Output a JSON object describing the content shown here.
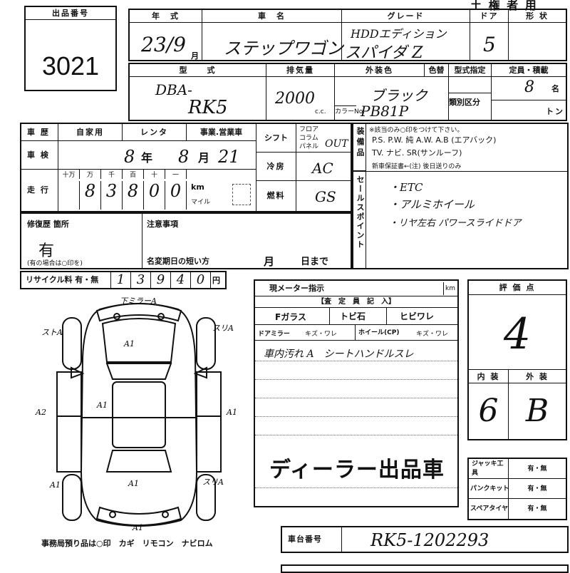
{
  "header": {
    "lot_label": "出品番号",
    "lot_number": "3021",
    "top_right_title": "土 権 者 用",
    "year_label": "年　式",
    "car_name_label": "車　名",
    "grade_label": "グレード",
    "doors_label": "ドア",
    "shape_label": "形 状"
  },
  "vehicle": {
    "year": "23/9",
    "year_unit": "月",
    "car_name": "ステップワゴン",
    "grade_line1": "HDDエディション",
    "grade_line2": "スパイダ Z",
    "doors": "5",
    "model_label": "型　　式",
    "model_line1": "DBA-",
    "model_line2": "RK5",
    "displacement_label": "排気量",
    "displacement": "2000",
    "displacement_unit": "c.c.",
    "exterior_color_label": "外装色",
    "color_change_label": "色替",
    "exterior_color": "ブラック",
    "color_no_label": "カラーNo.",
    "color_no": "PB81P",
    "type_designation_label": "型式指定",
    "category_label": "類別区分",
    "capacity_label": "定員・積載",
    "capacity": "8",
    "capacity_unit": "名",
    "load_unit": "トン"
  },
  "history": {
    "history_label": "車 歴",
    "private_label": "自家用",
    "rental_label": "レンタ",
    "business_label": "事業.営業車",
    "inspection_label": "車 検",
    "inspection_year": "8",
    "inspection_month": "8",
    "inspection_day": "21",
    "year_unit": "年",
    "month_unit": "月",
    "mileage_label": "走 行",
    "digit_labels": [
      "十万",
      "万",
      "千",
      "百",
      "十",
      "一"
    ],
    "mileage_digits": [
      "",
      "8",
      "3",
      "8",
      "0",
      "0"
    ],
    "km_label": "km",
    "mile_label": "マイル",
    "shift_label": "シフト",
    "shift_options": [
      "フロア",
      "コラム",
      "パネル"
    ],
    "shift_value": "OUT",
    "ac_label": "冷房",
    "ac_value": "AC",
    "fuel_label": "燃料",
    "fuel_value": "GS",
    "repair_label": "修復歴 箇所",
    "repair_value": "有",
    "repair_note": "(有の場合は○印を)",
    "notes_label": "注意事項",
    "name_change_label": "名変期日の短い方",
    "month_label": "月",
    "day_label": "日まで",
    "recycle_label": "リサイクル料 有・無",
    "recycle_digits": [
      "1",
      "3",
      "9",
      "4",
      "0"
    ],
    "recycle_unit": "円"
  },
  "equipment": {
    "label": "装備品",
    "note": "※該当のみ○印をつけて下さい。",
    "line1": "P.S.  P.W.  純 A.W.  A.B (エアバック)",
    "line2": "TV. ナビ. SR(サンルーフ)",
    "line3": "新車保証書←(注) 後日送りのみ",
    "sales_label": "セールスポイント",
    "points": [
      "・ETC",
      "・アルミホイール",
      "・リヤ左右 パワースライドドア"
    ]
  },
  "diagram": {
    "marks": {
      "top": "下ミラーA",
      "left_front": "ストA",
      "right_front": "スリA",
      "hood": "A1",
      "roof_left": "A1",
      "left_side": "A2",
      "right_side": "A1",
      "left_rear": "A1",
      "right_rear": "スリA",
      "trunk": "A1",
      "bottom": "A1"
    },
    "footer": "事務局預り品は○印　カギ　リモコン　ナビロム"
  },
  "inspection": {
    "meter_label": "現メーター指示",
    "meter_unit": "km",
    "inspector_label": "【査　定　員　記　入】",
    "f_glass": "Fガラス",
    "stone": "トビ石",
    "crack": "ヒビワレ",
    "mirror_label": "ドアミラー",
    "mirror_opts": "キズ・ワレ",
    "wheel_label": "ホイール(CP)",
    "wheel_opts": "キズ・ワレ",
    "comment": "車内汚れ A　シートハンドルスレ",
    "dealer_stamp": "ディーラー出品車"
  },
  "score": {
    "label": "評 価 点",
    "value": "4",
    "interior_label": "内 装",
    "exterior_label": "外 装",
    "interior": "6",
    "exterior": "B"
  },
  "tools": {
    "jack_label": "ジャッキ工具",
    "puncture_label": "パンクキット",
    "spare_label": "スペアタイヤ",
    "yes_no": "有・無"
  },
  "chassis": {
    "label": "車台番号",
    "value": "RK5-1202293"
  }
}
